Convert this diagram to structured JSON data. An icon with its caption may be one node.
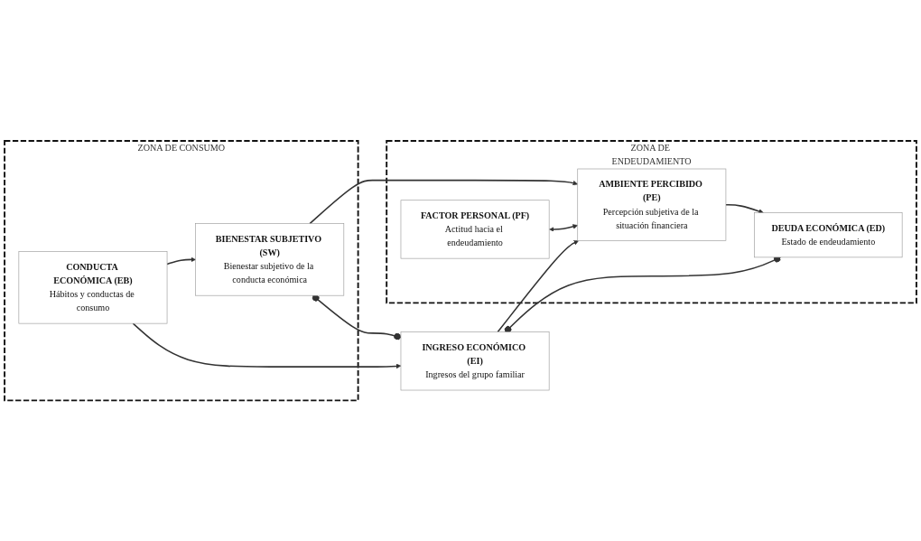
{
  "diagram": {
    "nodes": [
      {
        "text": [
          "ZONA DE CONSUMO"
        ]
      },
      {
        "text": [
          "BIENESTAR SUBJETIVO (SW)",
          "Bienestar subjetivo de la conducta económica"
        ],
        "in": 0
      },
      {
        "text": [
          "ZONA DE ENDEUDAMIENTO"
        ]
      },
      {
        "text": [
          "FACTOR PERSONAL (PF)",
          "Actitud hacia el endeudamiento"
        ],
        "in": 2
      },
      {
        "text": [
          "AMBIENTE PERCIBIDO (PE)",
          "Percepción subjetiva de la situación financiera"
        ],
        "in": 2
      },
      {
        "text": [
          "INGRESO ECONÓMICO (EI)",
          "Ingresos del grupo familiar"
        ]
      },
      {
        "text": [
          "CONDUCTA ECONÓMICA (EB)",
          "Hábitos y conductas de consumo"
        ],
        "in": 0
      },
      {
        "text": [
          "DEUDA ECONÓMICA (ED)",
          "Estado de endeudamiento"
        ],
        "in": 2
      }
    ],
    "edges": [
      {
        "from": 1,
        "to": 4,
        "arrow": "to"
      },
      {
        "from": 6,
        "to": 1,
        "arrow": "to"
      },
      {
        "from": 1,
        "to": 5,
        "arrow": "other"
      },
      {
        "from": 3,
        "to": 4,
        "arrow": "both"
      },
      {
        "from": 5,
        "to": 4,
        "arrow": "to"
      },
      {
        "from": 6,
        "to": 5,
        "arrow": "to"
      },
      {
        "from": 4,
        "to": 7,
        "arrow": "to"
      },
      {
        "from": 5,
        "to": 7,
        "arrow": "other"
      }
    ]
  }
}
